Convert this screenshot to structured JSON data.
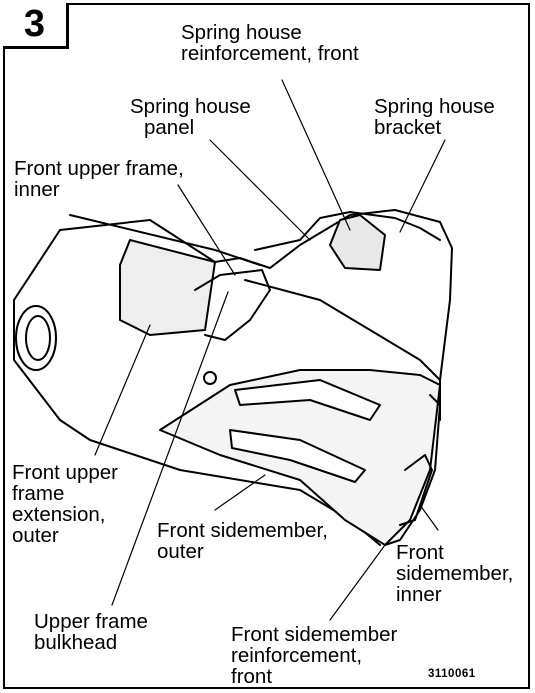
{
  "figure_number": "3",
  "figure_code": "3110061",
  "labels": {
    "spring_house_reinforcement_front": [
      "Spring house",
      "reinforcement, front"
    ],
    "spring_house_panel": [
      "Spring house",
      "panel"
    ],
    "spring_house_bracket": [
      "Spring house",
      "bracket"
    ],
    "front_upper_frame_inner": [
      "Front upper frame,",
      "inner"
    ],
    "front_upper_frame_extension_outer": [
      "Front upper",
      "frame",
      "extension,",
      "outer"
    ],
    "front_sidemember_outer": [
      "Front sidemember,",
      "outer"
    ],
    "front_sidemember_inner": [
      "Front",
      "sidemember,",
      "inner"
    ],
    "upper_frame_bulkhead": [
      "Upper frame",
      "bulkhead"
    ],
    "front_sidemember_reinforcement_front": [
      "Front sidemember",
      "reinforcement,",
      "front"
    ]
  }
}
